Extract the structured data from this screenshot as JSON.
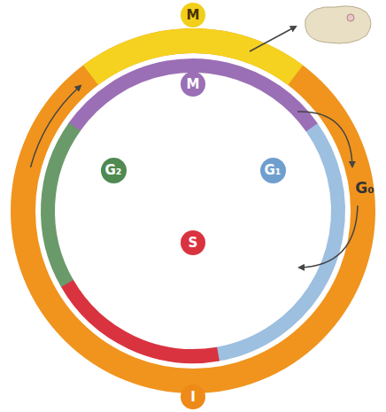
{
  "diagram": {
    "nodes": [
      {
        "text": [
          "M"
        ]
      },
      {
        "text": [
          "M"
        ]
      },
      {
        "text": [
          "G₂"
        ]
      },
      {
        "text": [
          "G₁"
        ]
      },
      {
        "text": [
          "S"
        ]
      },
      {
        "text": [
          "I"
        ]
      }
    ],
    "labels": [
      "G₀"
    ]
  }
}
